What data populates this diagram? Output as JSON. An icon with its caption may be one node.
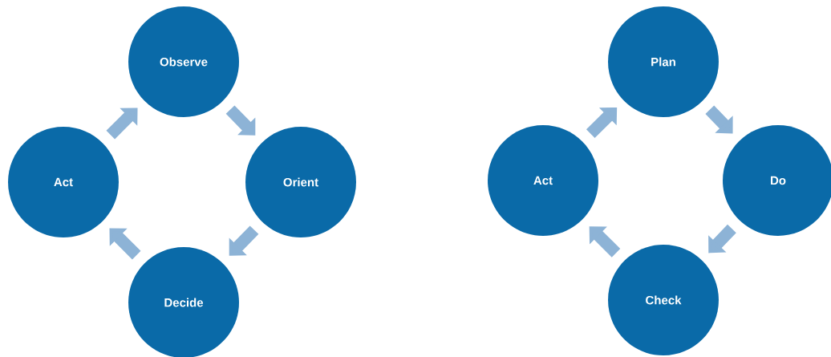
{
  "diagram": {
    "nodes": [
      {
        "text": [
          "Observe"
        ]
      },
      {
        "text": [
          "Orient"
        ]
      },
      {
        "text": [
          "Decide"
        ]
      },
      {
        "text": [
          "Act"
        ]
      },
      {
        "text": [
          "Plan"
        ]
      },
      {
        "text": [
          "Do"
        ]
      },
      {
        "text": [
          "Check"
        ]
      },
      {
        "text": [
          "Act"
        ]
      }
    ],
    "edges": [
      {
        "from": 0,
        "to": 1,
        "arrow": "to"
      },
      {
        "from": 1,
        "to": 2,
        "arrow": "to"
      },
      {
        "from": 2,
        "to": 3,
        "arrow": "to"
      },
      {
        "from": 3,
        "to": 0,
        "arrow": "to"
      },
      {
        "from": 4,
        "to": 5,
        "arrow": "to"
      },
      {
        "from": 5,
        "to": 6,
        "arrow": "to"
      },
      {
        "from": 6,
        "to": 7,
        "arrow": "to"
      },
      {
        "from": 7,
        "to": 4,
        "arrow": "to"
      }
    ]
  }
}
